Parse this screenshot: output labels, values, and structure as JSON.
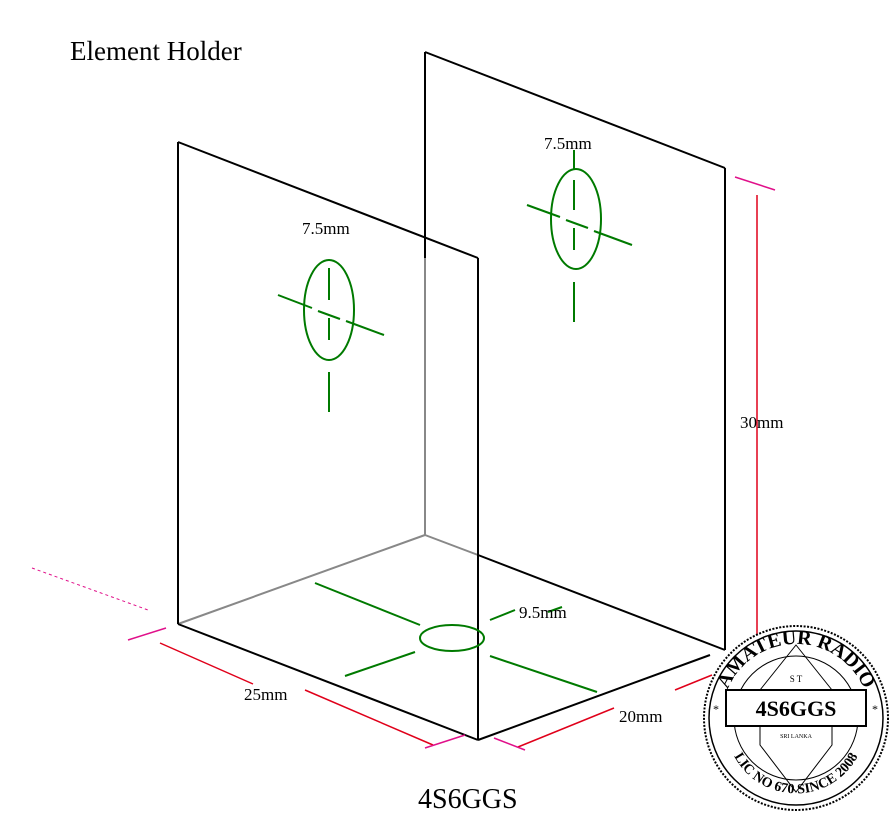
{
  "title": "Element Holder",
  "labels": {
    "hole_front": "7.5mm",
    "hole_back": "7.5mm",
    "hole_base": "9.5mm",
    "width": "25mm",
    "depth": "20mm",
    "height": "30mm",
    "callsign": "4S6GGS"
  },
  "seal": {
    "top_text": "AMATEUR RADIO",
    "center_text": "4S6GGS",
    "bottom_text": "LIC NO 670 SINCE 2008",
    "inner_top": "S T",
    "inner_bottom": "SRI LANKA"
  },
  "colors": {
    "outline": "#000000",
    "hidden": "#888888",
    "holes": "#007a00",
    "dimension": "#e0001a",
    "extension": "#e0108a"
  }
}
